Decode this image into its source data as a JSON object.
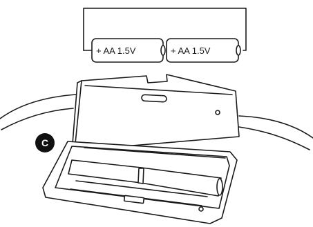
{
  "step": {
    "label": "C"
  },
  "batteries": [
    {
      "label": "+ AA 1.5V"
    },
    {
      "label": "+ AA 1.5V"
    }
  ],
  "colors": {
    "line": "#1a1a1a",
    "badge": "#111111",
    "background": "#ffffff"
  }
}
